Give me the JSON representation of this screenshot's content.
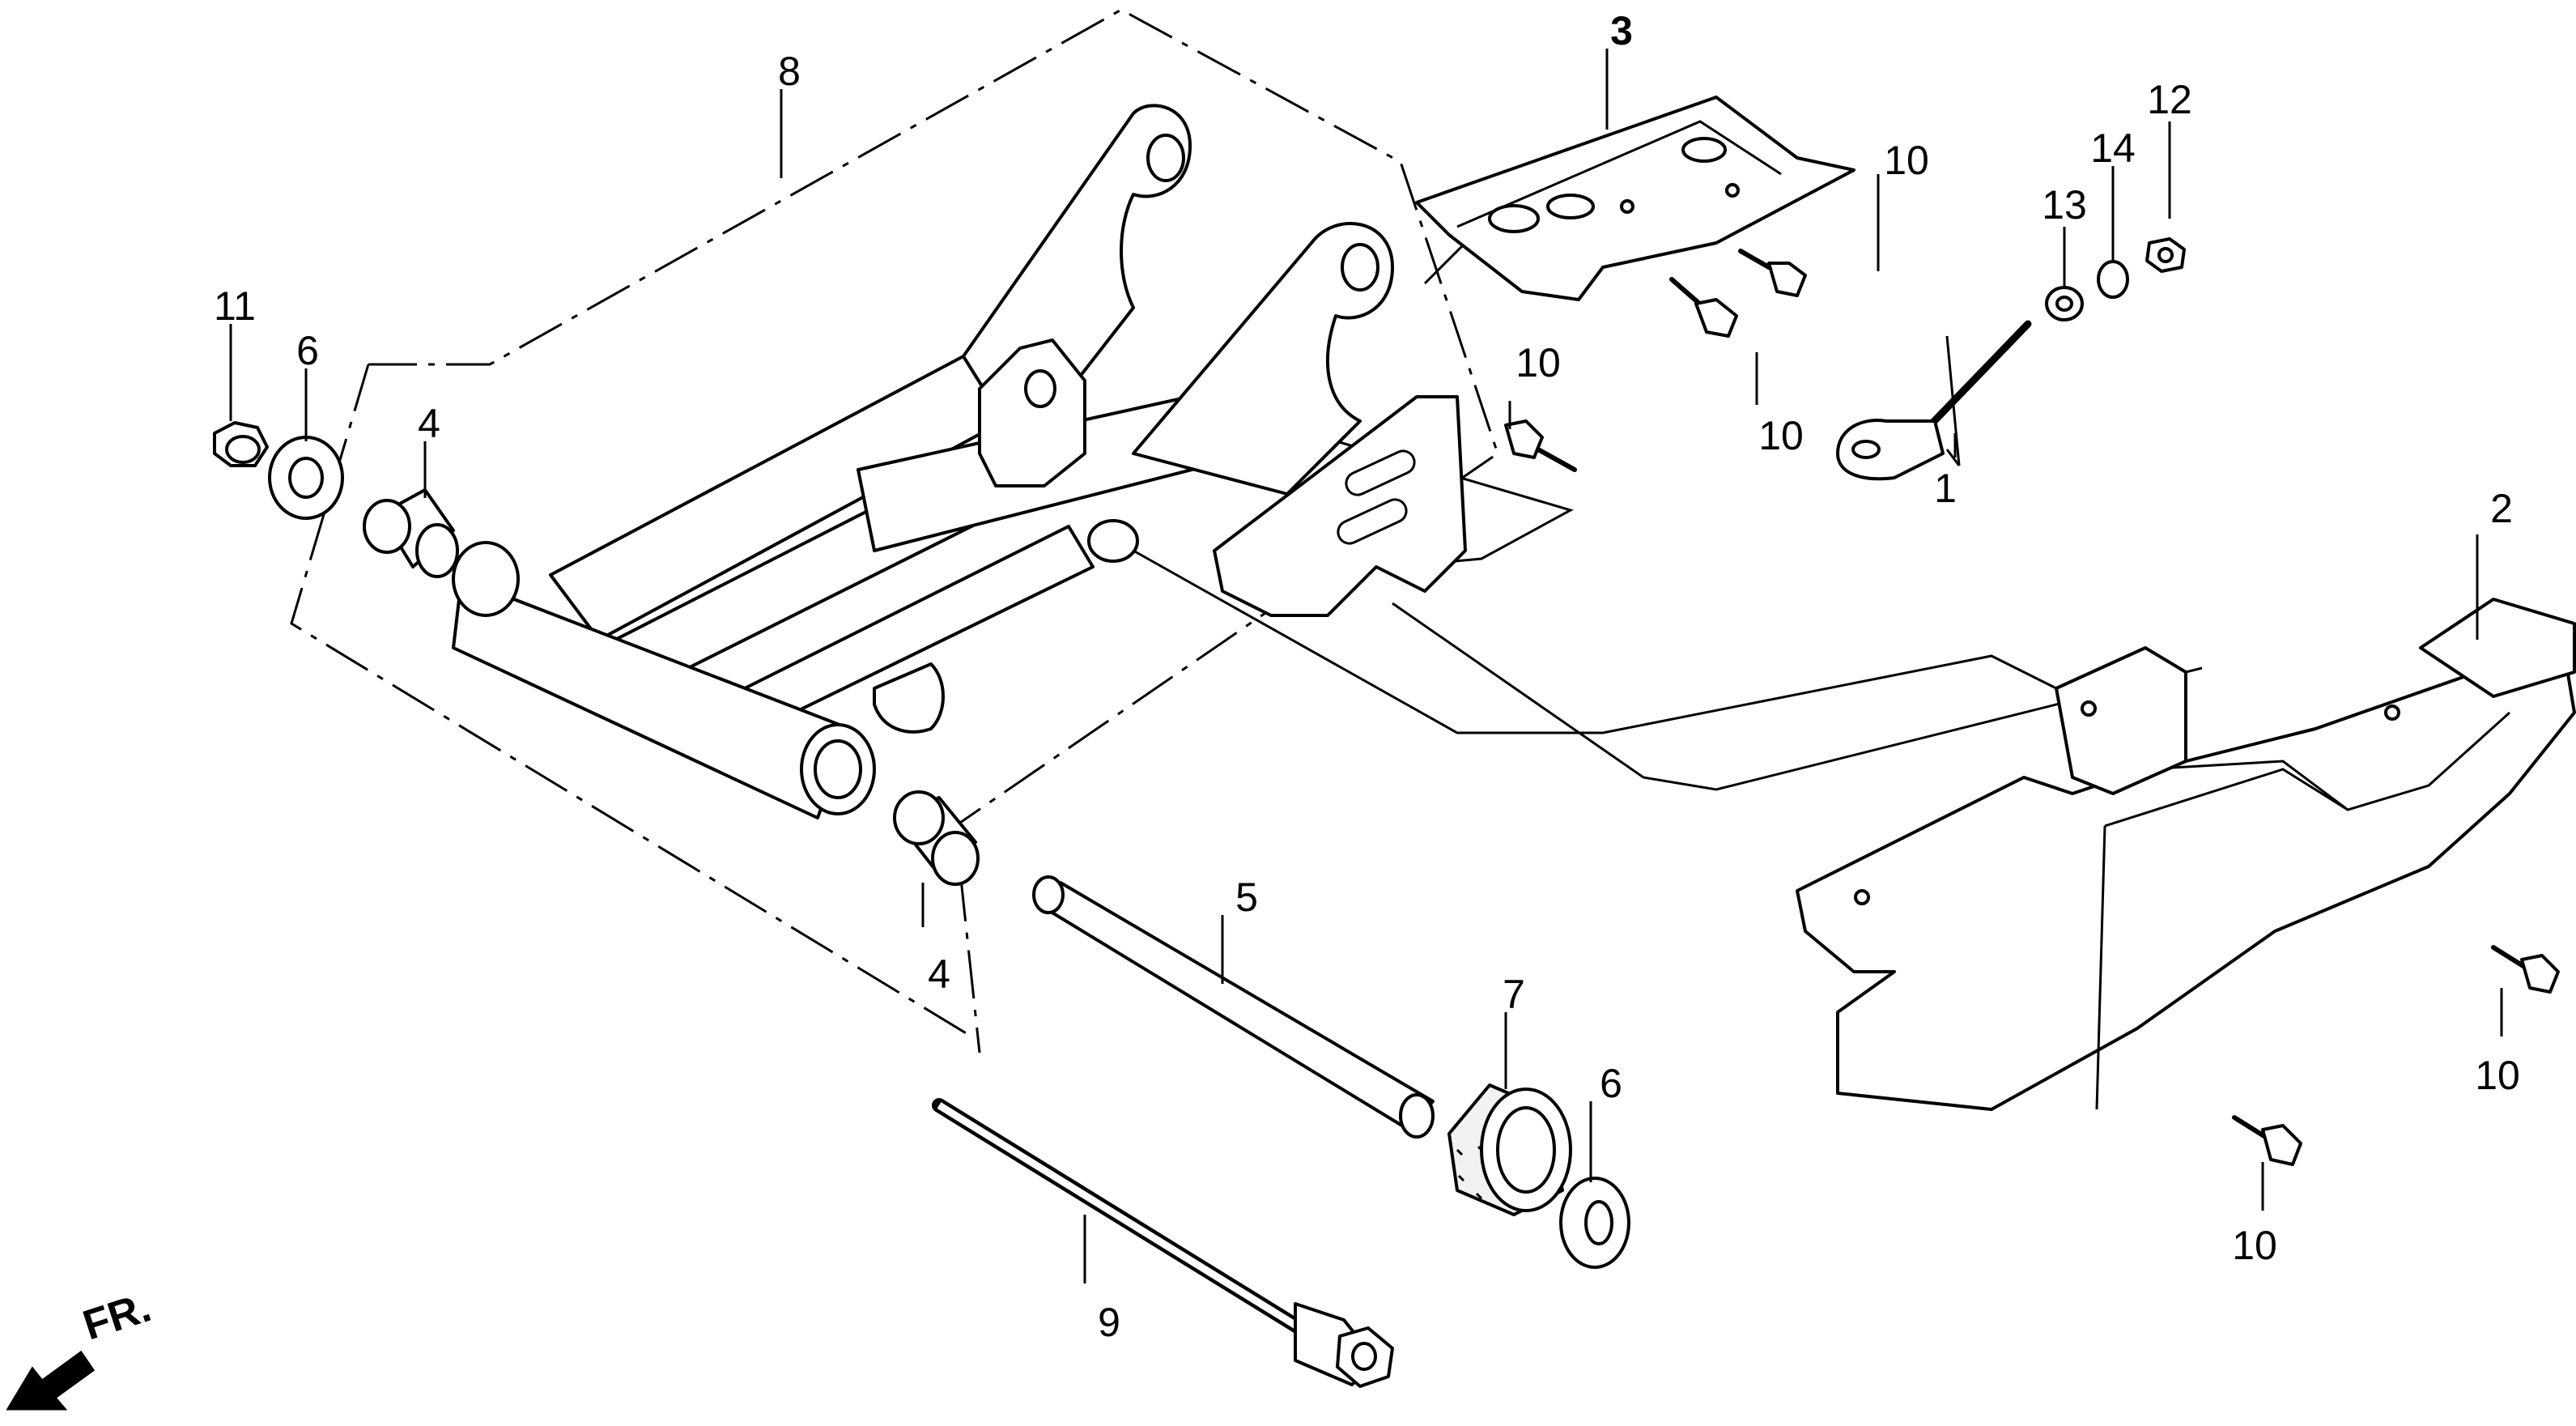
{
  "callouts": {
    "c1": "1",
    "c2": "2",
    "c3": "3",
    "c4a": "4",
    "c4b": "4",
    "c5": "5",
    "c6a": "6",
    "c6b": "6",
    "c7": "7",
    "c8": "8",
    "c9": "9",
    "c10a": "10",
    "c10b": "10",
    "c10c": "10",
    "c10d": "10",
    "c10e": "10",
    "c11": "11",
    "c12": "12",
    "c13": "13",
    "c14": "14"
  },
  "direction": {
    "front_label": "FR."
  },
  "icons": {
    "front_arrow": "front-direction-arrow-icon"
  }
}
